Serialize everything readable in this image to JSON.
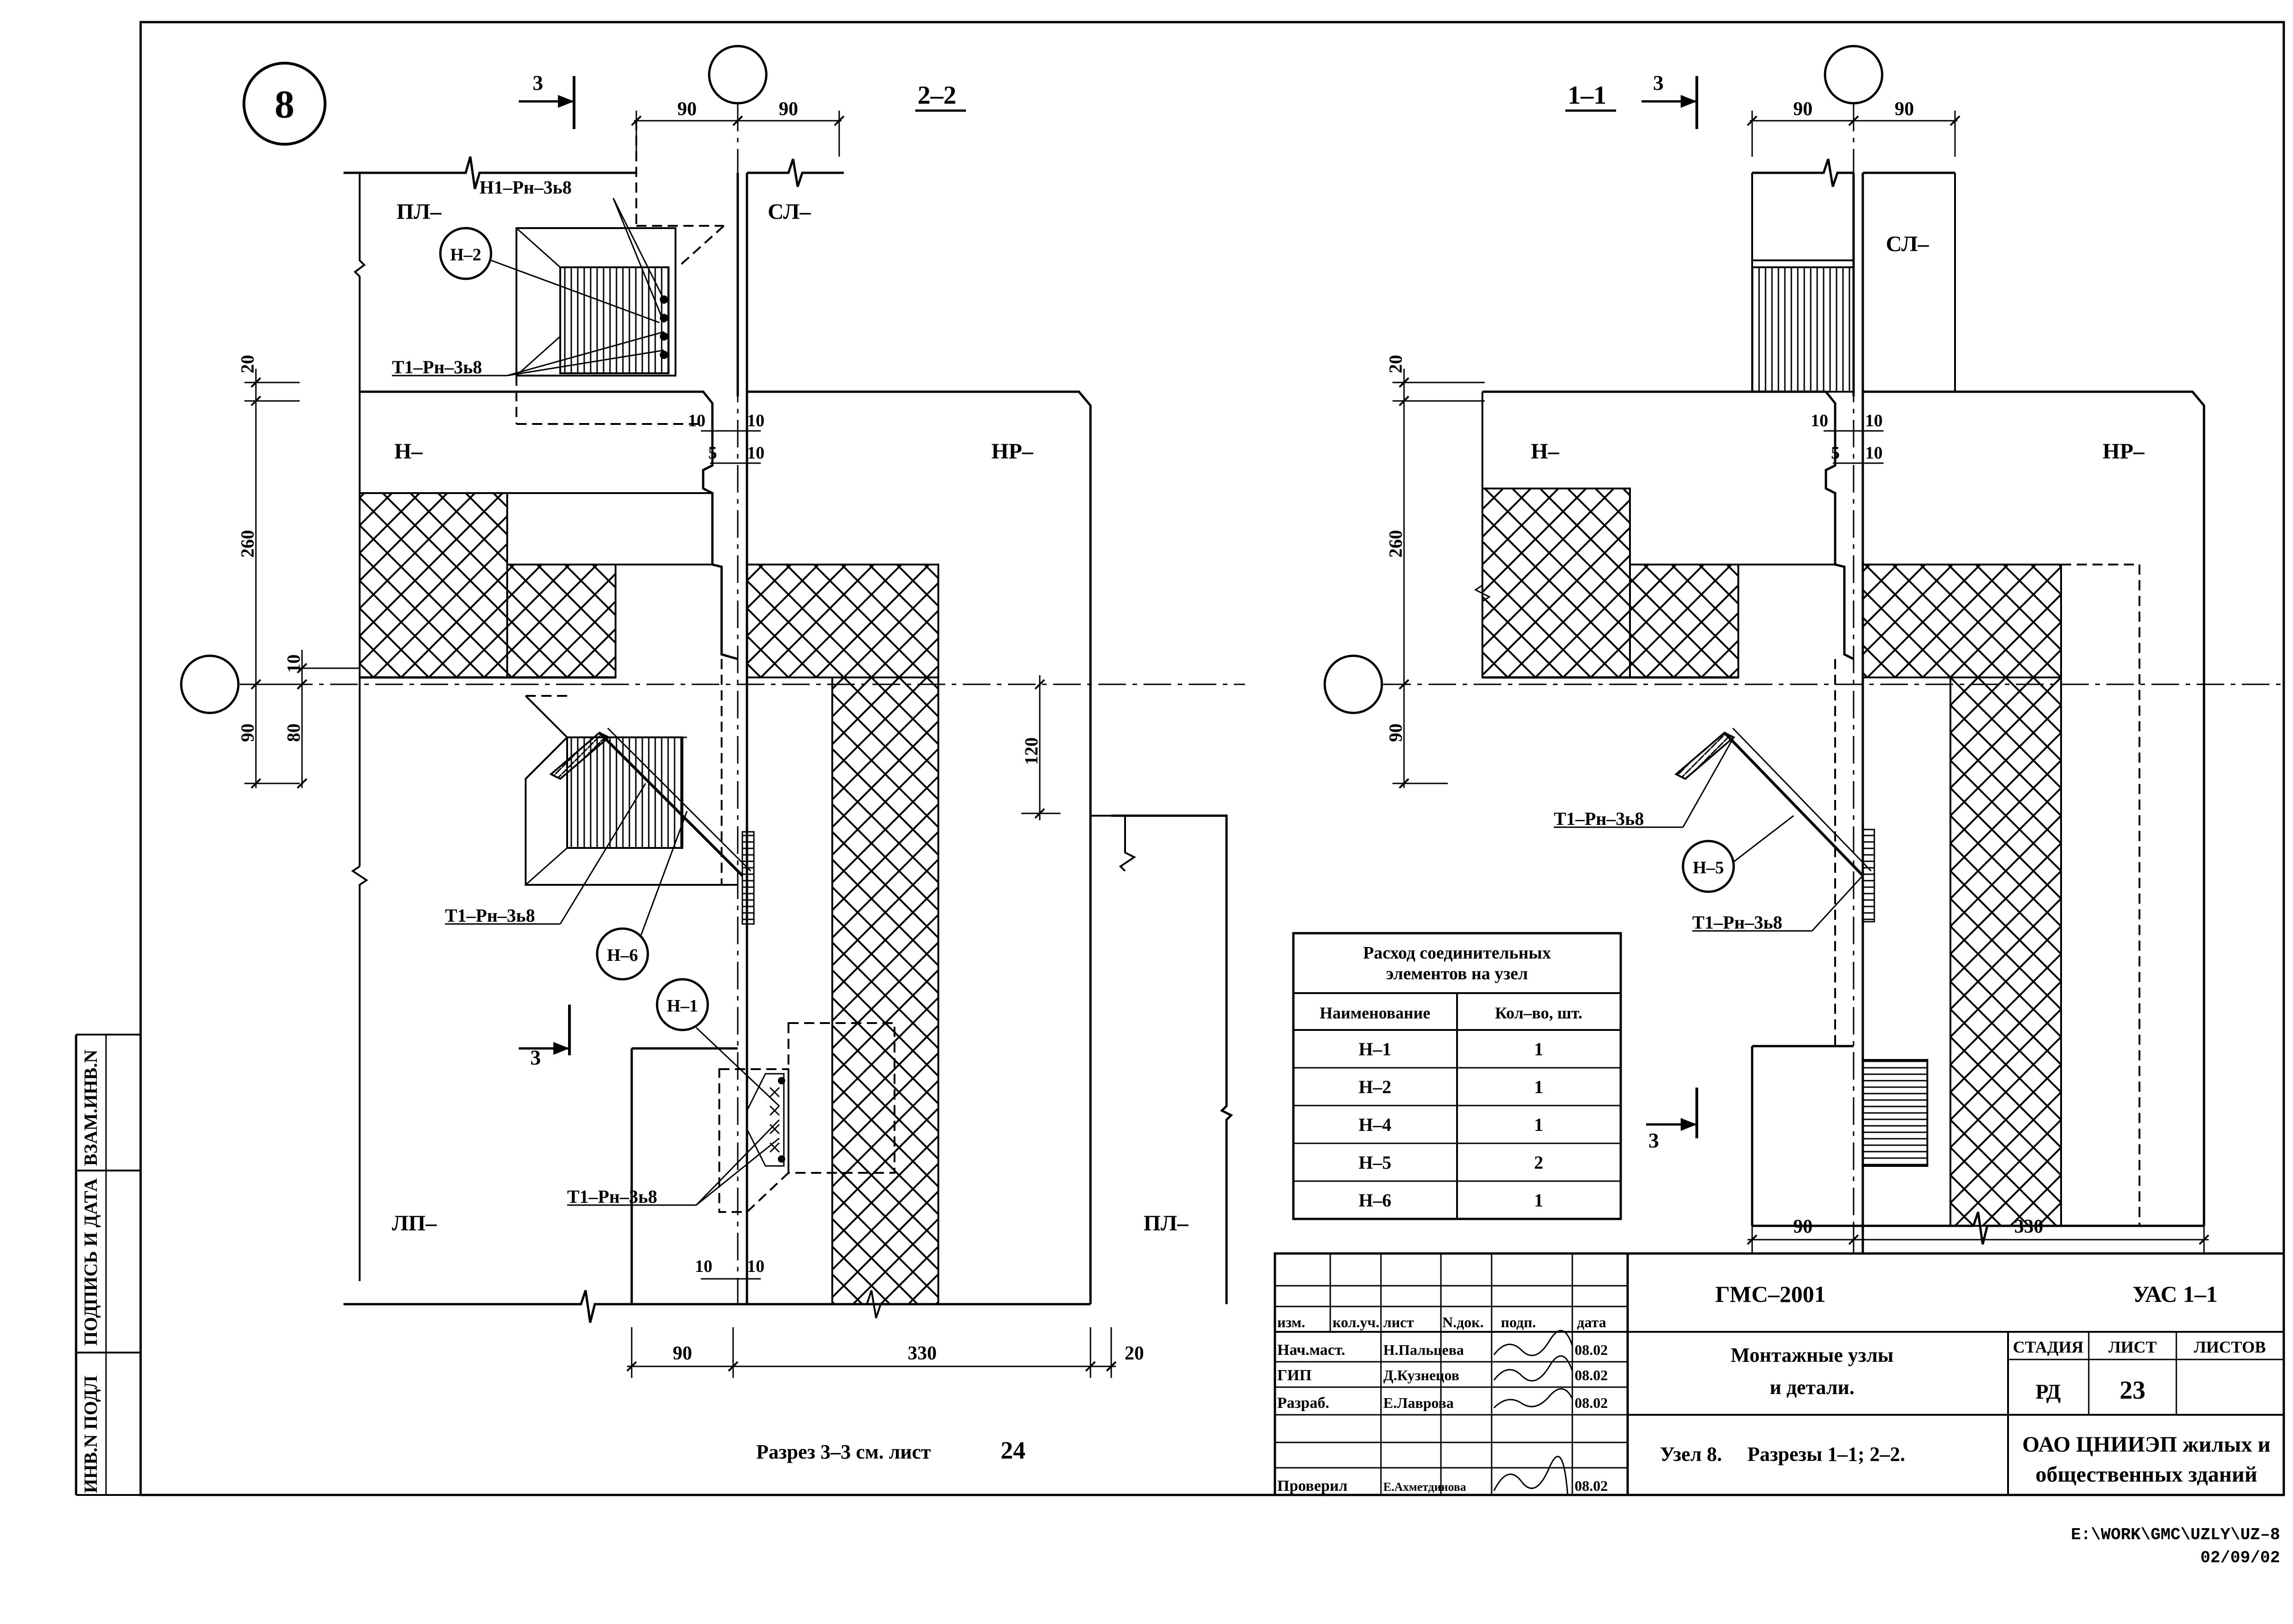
{
  "node": {
    "number": "8"
  },
  "left": {
    "title": "2–2",
    "cut": "3",
    "panels": {
      "pl_top": "ПЛ–",
      "sl": "СЛ–",
      "n": "Н–",
      "nr": "НР–",
      "lp": "ЛП–",
      "pl_bottom": "ПЛ–"
    },
    "callouts": {
      "h1_rn_top": "Н1–Рн–3ь8",
      "h2": "Н–2",
      "t1_rn_upper": "Т1–Рн–3ь8",
      "t1_rn_mid": "Т1–Рн–3ь8",
      "h6": "Н–6",
      "h1": "Н–1",
      "t1_rn_lower": "Т1–Рн–3ь8"
    },
    "dims": {
      "top_a": "90",
      "top_b": "90",
      "d20": "20",
      "d260": "260",
      "d10": "10",
      "d90": "90",
      "d80": "80",
      "d120": "120",
      "g10a": "10",
      "g10b": "10",
      "g5": "5",
      "g10c": "10",
      "b10a": "10",
      "b10b": "10",
      "bot_90": "90",
      "bot_330": "330",
      "bot_20": "20"
    },
    "note": "Разрез 3–3 см. лист",
    "note_num": "24"
  },
  "right": {
    "title": "1–1",
    "cut": "3",
    "panels": {
      "sl": "СЛ–",
      "n": "Н–",
      "nr": "НР–"
    },
    "callouts": {
      "t1_rn_upper": "Т1–Рн–3ь8",
      "h5": "Н–5",
      "t1_rn_lower": "Т1–Рн–3ь8"
    },
    "dims": {
      "top_a": "90",
      "top_b": "90",
      "d20": "20",
      "d260": "260",
      "d90": "90",
      "g10a": "10",
      "g10b": "10",
      "g5": "5",
      "g10c": "10",
      "bot_90": "90",
      "bot_330": "330"
    }
  },
  "consumption_table": {
    "title_line1": "Расход соединительных",
    "title_line2": "элементов на узел",
    "headers": [
      "Наименование",
      "Кол–во, шт."
    ],
    "rows": [
      [
        "Н–1",
        "1"
      ],
      [
        "Н–2",
        "1"
      ],
      [
        "Н–4",
        "1"
      ],
      [
        "Н–5",
        "2"
      ],
      [
        "Н–6",
        "1"
      ]
    ]
  },
  "side_stamp": [
    "ИНВ.N ПОДЛ",
    "ПОДПИСЬ И ДАТА",
    "ВЗАМ.ИНВ.N"
  ],
  "title_block": {
    "code": "ГМС–2001",
    "series": "УАС 1–1",
    "col_headers": [
      "изм.",
      "кол.уч.",
      "лист",
      "N.док.",
      "подп.",
      "дата"
    ],
    "roles": [
      {
        "role": "Нач.маст.",
        "name": "Н.Пальцева",
        "date": "08.02"
      },
      {
        "role": "ГИП",
        "name": "Д.Кузнецов",
        "date": "08.02"
      },
      {
        "role": "Разраб.",
        "name": "Е.Лаврова",
        "date": "08.02"
      },
      {
        "role": "Проверил",
        "name": "Е.Ахметдинова",
        "date": "08.02"
      }
    ],
    "name_line1": "Монтажные узлы",
    "name_line2": "и детали.",
    "sheet_name": "Узел 8.     Разрезы 1–1; 2–2.",
    "stage_header": "СТАДИЯ",
    "sheet_header": "ЛИСТ",
    "sheets_header": "ЛИСТОВ",
    "stage": "РД",
    "sheet": "23",
    "sheets": "",
    "org_line1": "ОАО ЦНИИЭП жилых и",
    "org_line2": "общественных зданий"
  },
  "file_path": "E:\\WORK\\GMC\\UZLY\\UZ–8",
  "file_date": "02/09/02"
}
